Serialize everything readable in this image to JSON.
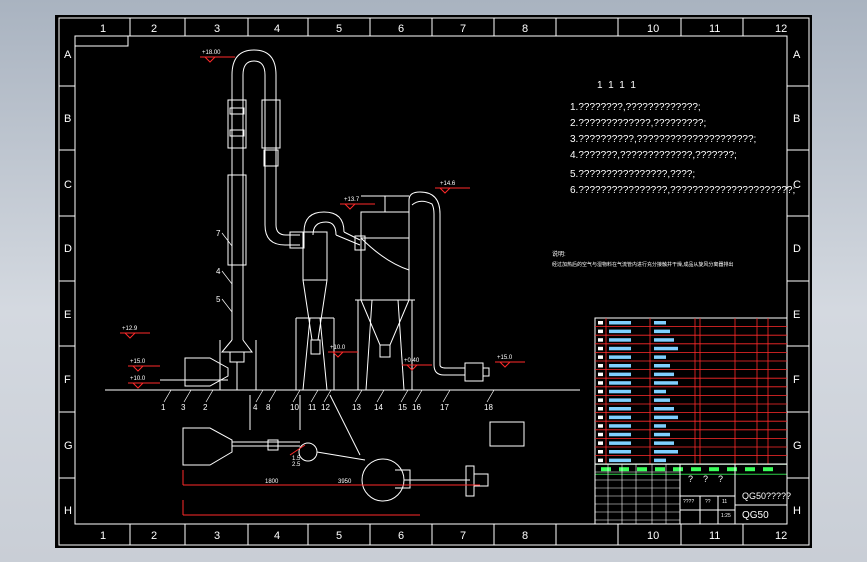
{
  "colors": {
    "page": "#000000",
    "line": "#ffffff",
    "red": "#ff2a2a",
    "cyan": "#00e5ff",
    "green": "#39ff5a",
    "yellow": "#ffff66"
  },
  "frame": {
    "top_numbers": [
      "1",
      "2",
      "3",
      "4",
      "5",
      "6",
      "7",
      "8",
      "10",
      "11",
      "12"
    ],
    "bottom_numbers": [
      "1",
      "2",
      "3",
      "4",
      "5",
      "6",
      "7",
      "8",
      "10",
      "11",
      "12"
    ],
    "left_letters": [
      "A",
      "B",
      "C",
      "D",
      "E",
      "F",
      "G",
      "H"
    ],
    "right_letters": [
      "A",
      "B",
      "C",
      "D",
      "E",
      "F",
      "G",
      "H"
    ]
  },
  "notes": {
    "title": "1  1  1  1",
    "lines": [
      "1.????????,?????????????;",
      "2.?????????????,?????????;",
      "3.??????????,?????????????????????;",
      "4.???????,?????????????,???????;",
      "5.????????????????,????;",
      "6.????????????????,??????????????????????;"
    ],
    "small_label": "说明:",
    "small_line": "经过加热后的空气与湿物料在气流管内进行充分接触并干燥,成品从旋风分离器排出"
  },
  "elevations": {
    "top": "+18.00",
    "mid_left": "+12.9",
    "left_a": "+15.0",
    "left_b": "+10.0",
    "cyclone": "+13.7",
    "bag_filter": "+14.6",
    "base_a": "+10.0",
    "base_b": "+0.40",
    "right_outlet": "+15.0"
  },
  "part_labels": {
    "upper": [
      "7",
      "4",
      "5"
    ],
    "bottom_row": [
      "1",
      "3",
      "2",
      "4",
      "8",
      "10",
      "11",
      "12",
      "13",
      "14",
      "15",
      "16",
      "17",
      "18"
    ]
  },
  "dimensions": {
    "d1": "1800",
    "d2": "3950",
    "d3": "1.5",
    "d4": "2.5"
  },
  "title_block": {
    "model_a": "QG50?????",
    "model_b": "QG50",
    "marks": [
      "?",
      "?",
      "?"
    ],
    "small_cells": [
      "????",
      "??",
      "11",
      "1:25"
    ]
  }
}
